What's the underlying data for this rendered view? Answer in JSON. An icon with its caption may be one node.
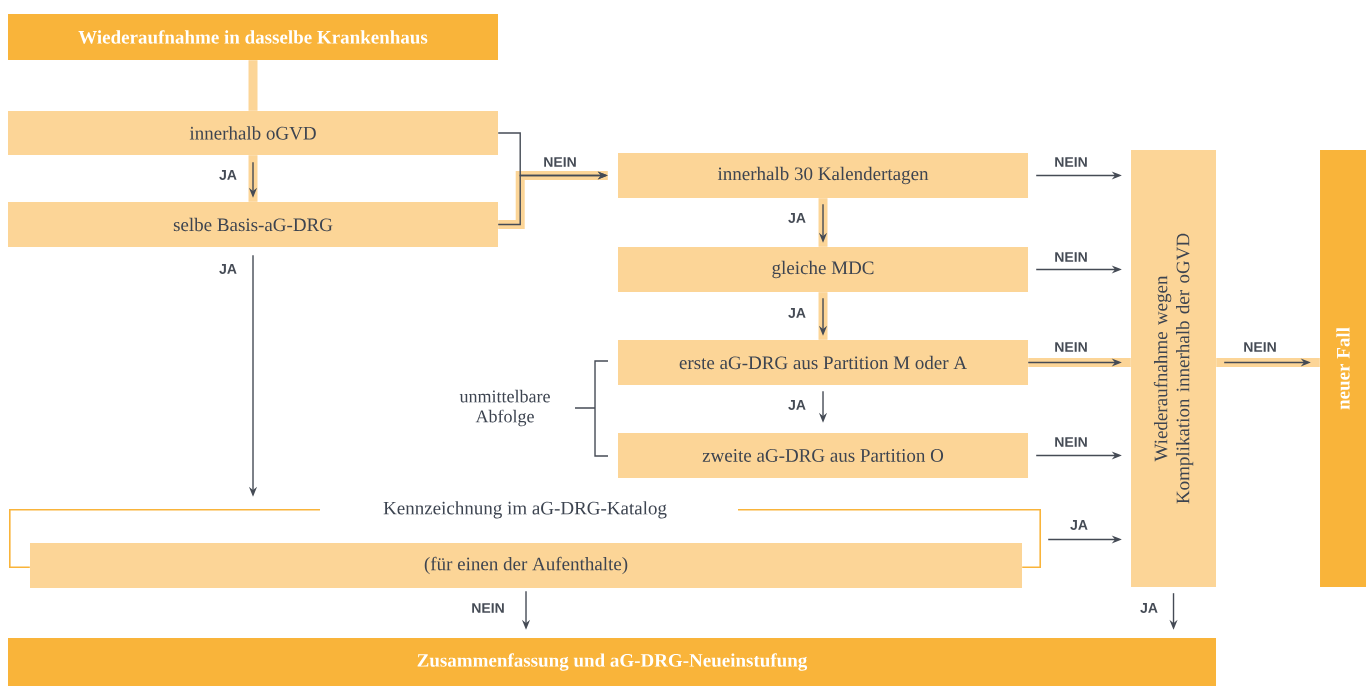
{
  "diagram": {
    "nodes": [
      {
        "text": [
          "Wiederaufnahme in dasselbe Krankenhaus"
        ]
      },
      {
        "text": [
          "innerhalb oGVD"
        ]
      },
      {
        "text": [
          "selbe Basis-aG-DRG"
        ]
      },
      {
        "text": [
          "innerhalb 30 Kalendertagen"
        ]
      },
      {
        "text": [
          "gleiche MDC"
        ]
      },
      {
        "text": [
          "erste aG-DRG aus Partition M oder A"
        ]
      },
      {
        "text": [
          "zweite aG-DRG aus Partition O"
        ]
      },
      {
        "text": [
          "Kennzeichnung im aG-DRG-Katalog"
        ]
      },
      {
        "text": [
          "(für einen der Aufenthalte)"
        ]
      },
      {
        "text": [
          "Wiederaufnahme wegen Komplikation innerhalb der oGVD"
        ]
      },
      {
        "text": [
          "neuer Fall"
        ]
      },
      {
        "text": [
          "Zusammenfassung und aG-DRG-Neueinstufung"
        ]
      }
    ],
    "edges": [
      {
        "from": 0,
        "to": 1,
        "arrow": "none",
        "style": "thick",
        "color": "#fcd597"
      },
      {
        "from": 1,
        "to": 2,
        "arrow": "to",
        "label": "JA",
        "style": "thick",
        "color": "#fcd597"
      },
      {
        "from": 1,
        "to": 3,
        "arrow": "to",
        "label": "NEIN"
      },
      {
        "from": 2,
        "to": 3,
        "arrow": "to",
        "style": "thick",
        "color": "#fcd597"
      },
      {
        "from": 2,
        "to": 7,
        "arrow": "to",
        "label": "JA"
      },
      {
        "from": 3,
        "to": 4,
        "arrow": "to",
        "label": "JA",
        "style": "thick",
        "color": "#fcd597"
      },
      {
        "from": 4,
        "to": 5,
        "arrow": "to",
        "label": "JA",
        "style": "thick",
        "color": "#fcd597"
      },
      {
        "from": 5,
        "to": 6,
        "arrow": "to",
        "label": "JA"
      },
      {
        "from": 3,
        "to": 9,
        "arrow": "to",
        "label": "NEIN"
      },
      {
        "from": 4,
        "to": 9,
        "arrow": "to",
        "label": "NEIN"
      },
      {
        "from": 5,
        "to": 9,
        "arrow": "to",
        "label": "NEIN",
        "style": "thick",
        "color": "#fcd597"
      },
      {
        "from": 6,
        "to": 9,
        "arrow": "to",
        "label": "NEIN"
      },
      {
        "from": 7,
        "to": 9,
        "arrow": "to",
        "label": "JA"
      },
      {
        "from": 9,
        "to": 10,
        "arrow": "to",
        "label": "NEIN",
        "style": "thick",
        "color": "#fcd597"
      },
      {
        "from": 8,
        "to": 11,
        "arrow": "to",
        "label": "NEIN"
      },
      {
        "from": 9,
        "to": 11,
        "arrow": "to",
        "label": "JA"
      }
    ],
    "labels": [
      "unmittelbare Abfolge"
    ]
  }
}
